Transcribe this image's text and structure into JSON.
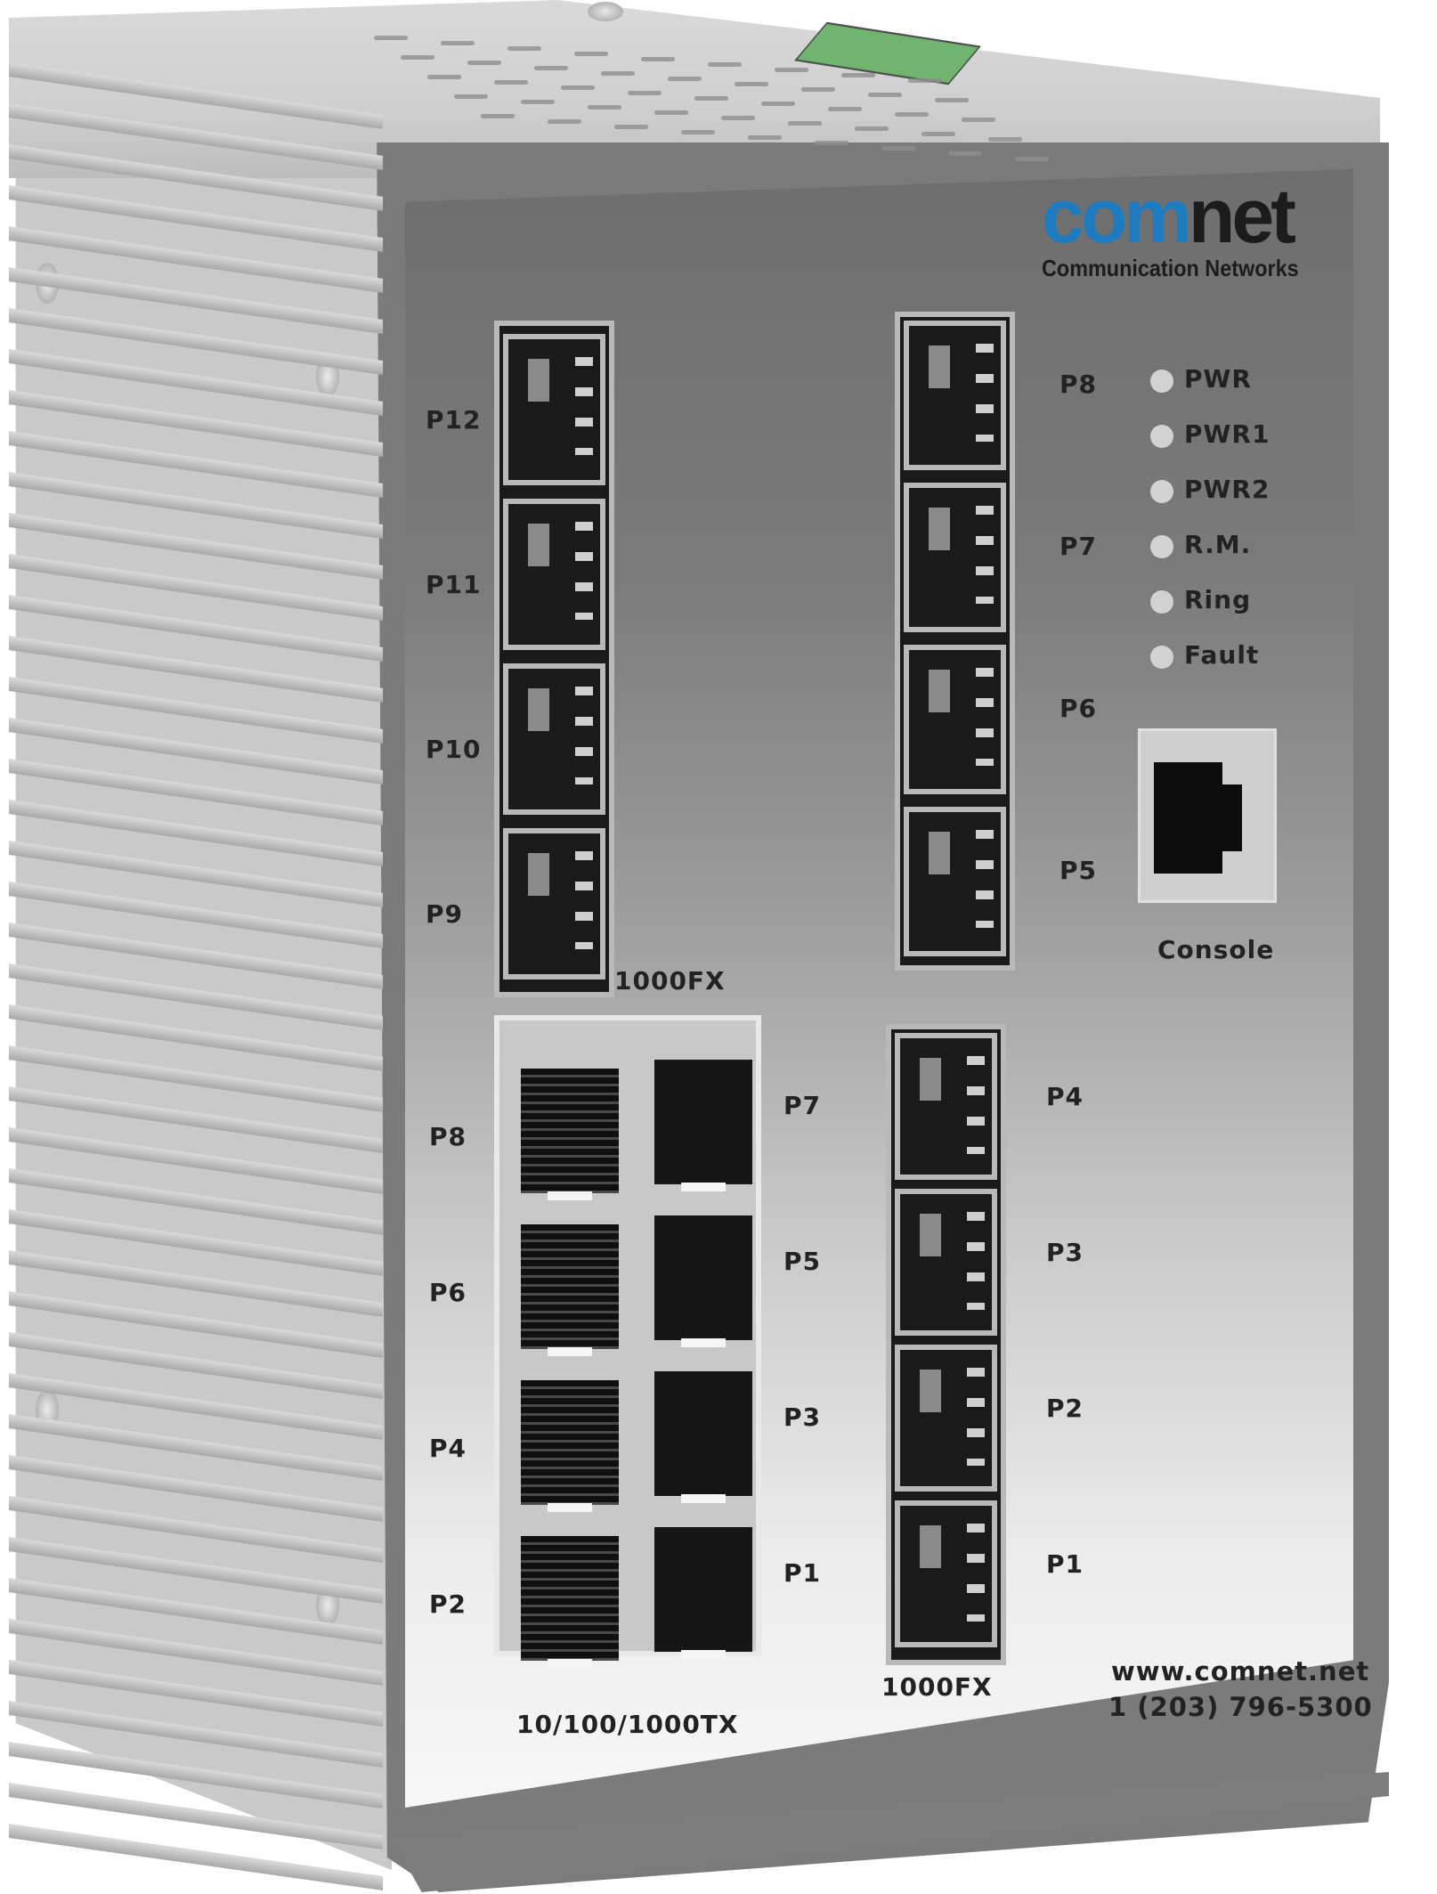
{
  "product": {
    "brand": {
      "part1": "com",
      "part2": "net",
      "tagline": "Communication Networks",
      "brand_color": "#1e7bbf"
    },
    "contact": {
      "website": "www.comnet.net",
      "phone": "1 (203) 796-5300"
    },
    "led_indicators": [
      {
        "label": "PWR"
      },
      {
        "label": "PWR1"
      },
      {
        "label": "PWR2"
      },
      {
        "label": "R.M."
      },
      {
        "label": "Ring"
      },
      {
        "label": "Fault"
      }
    ],
    "console": {
      "label": "Console"
    },
    "sfp_left_group": {
      "label": "1000FX",
      "ports": [
        "P12",
        "P11",
        "P10",
        "P9"
      ]
    },
    "sfp_right_upper_group": {
      "ports": [
        "P8",
        "P7",
        "P6",
        "P5"
      ]
    },
    "sfp_right_lower_group": {
      "label": "1000FX",
      "ports": [
        "P4",
        "P3",
        "P2",
        "P1"
      ]
    },
    "rj45_group": {
      "label": "10/100/1000TX",
      "left_ports": [
        "P8",
        "P6",
        "P4",
        "P2"
      ],
      "right_ports": [
        "P7",
        "P5",
        "P3",
        "P1"
      ]
    }
  }
}
